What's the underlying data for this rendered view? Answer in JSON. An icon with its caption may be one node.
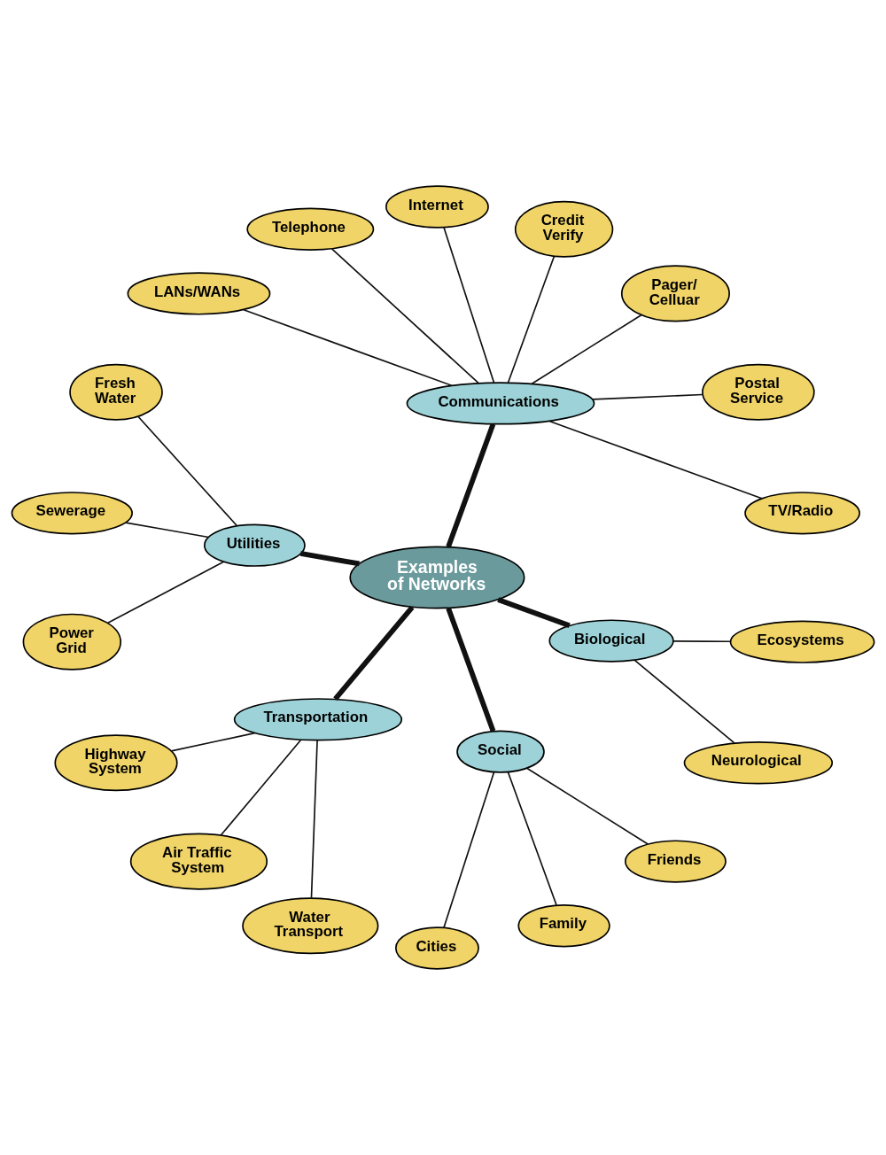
{
  "diagram": {
    "nodes": [
      {
        "text": [
          "TV/Radio"
        ]
      },
      {
        "text": [
          "Postal Service"
        ]
      },
      {
        "text": [
          "Pager/ Celluar"
        ]
      },
      {
        "text": [
          "Credit Verify"
        ]
      },
      {
        "text": [
          "Internet"
        ]
      },
      {
        "text": [
          "Communications"
        ]
      },
      {
        "text": [
          "Telephone"
        ]
      },
      {
        "text": [
          "LANs/WANs"
        ]
      },
      {
        "text": [
          "Fresh Water"
        ]
      },
      {
        "text": [
          "Highway System"
        ]
      },
      {
        "text": [
          "Utilities"
        ]
      },
      {
        "text": [
          "Air Traffic System"
        ]
      },
      {
        "text": [
          "Examples of Networks"
        ]
      },
      {
        "text": [
          "Transportation"
        ]
      },
      {
        "text": [
          "Sewerage"
        ]
      },
      {
        "text": [
          "Power Grid"
        ]
      },
      {
        "text": [
          "Water Transport"
        ]
      },
      {
        "text": [
          "Social"
        ]
      },
      {
        "text": [
          "Biological"
        ]
      },
      {
        "text": [
          "Cities"
        ]
      },
      {
        "text": [
          "Family"
        ]
      },
      {
        "text": [
          "Neurological"
        ]
      },
      {
        "text": [
          "Friends"
        ]
      },
      {
        "text": [
          "Ecosystems"
        ]
      }
    ],
    "edges": [
      {
        "from": 12,
        "to": 5,
        "arrow": "none",
        "style": "thick"
      },
      {
        "from": 12,
        "to": 13,
        "arrow": "none",
        "style": "thick"
      },
      {
        "from": 12,
        "to": 17,
        "arrow": "none",
        "style": "thick"
      },
      {
        "from": 12,
        "to": 18,
        "arrow": "none",
        "style": "thick"
      },
      {
        "from": 12,
        "to": 10,
        "arrow": "none",
        "style": "thick"
      },
      {
        "from": 5,
        "to": 0,
        "arrow": "none"
      },
      {
        "from": 5,
        "to": 2,
        "arrow": "none"
      },
      {
        "from": 5,
        "to": 3,
        "arrow": "none"
      },
      {
        "from": 5,
        "to": 7,
        "arrow": "none"
      },
      {
        "from": 5,
        "to": 6,
        "arrow": "none"
      },
      {
        "from": 5,
        "to": 4,
        "arrow": "none"
      },
      {
        "from": 5,
        "to": 1,
        "arrow": "none"
      },
      {
        "from": 13,
        "to": 9,
        "arrow": "none"
      },
      {
        "from": 13,
        "to": 11,
        "arrow": "none"
      },
      {
        "from": 13,
        "to": 16,
        "arrow": "none"
      },
      {
        "from": 17,
        "to": 19,
        "arrow": "none"
      },
      {
        "from": 17,
        "to": 22,
        "arrow": "none"
      },
      {
        "from": 17,
        "to": 20,
        "arrow": "none"
      },
      {
        "from": 18,
        "to": 23,
        "arrow": "none"
      },
      {
        "from": 18,
        "to": 21,
        "arrow": "none"
      },
      {
        "from": 10,
        "to": 15,
        "arrow": "none"
      },
      {
        "from": 10,
        "to": 14,
        "arrow": "none"
      },
      {
        "from": 10,
        "to": 8,
        "arrow": "none"
      }
    ]
  }
}
